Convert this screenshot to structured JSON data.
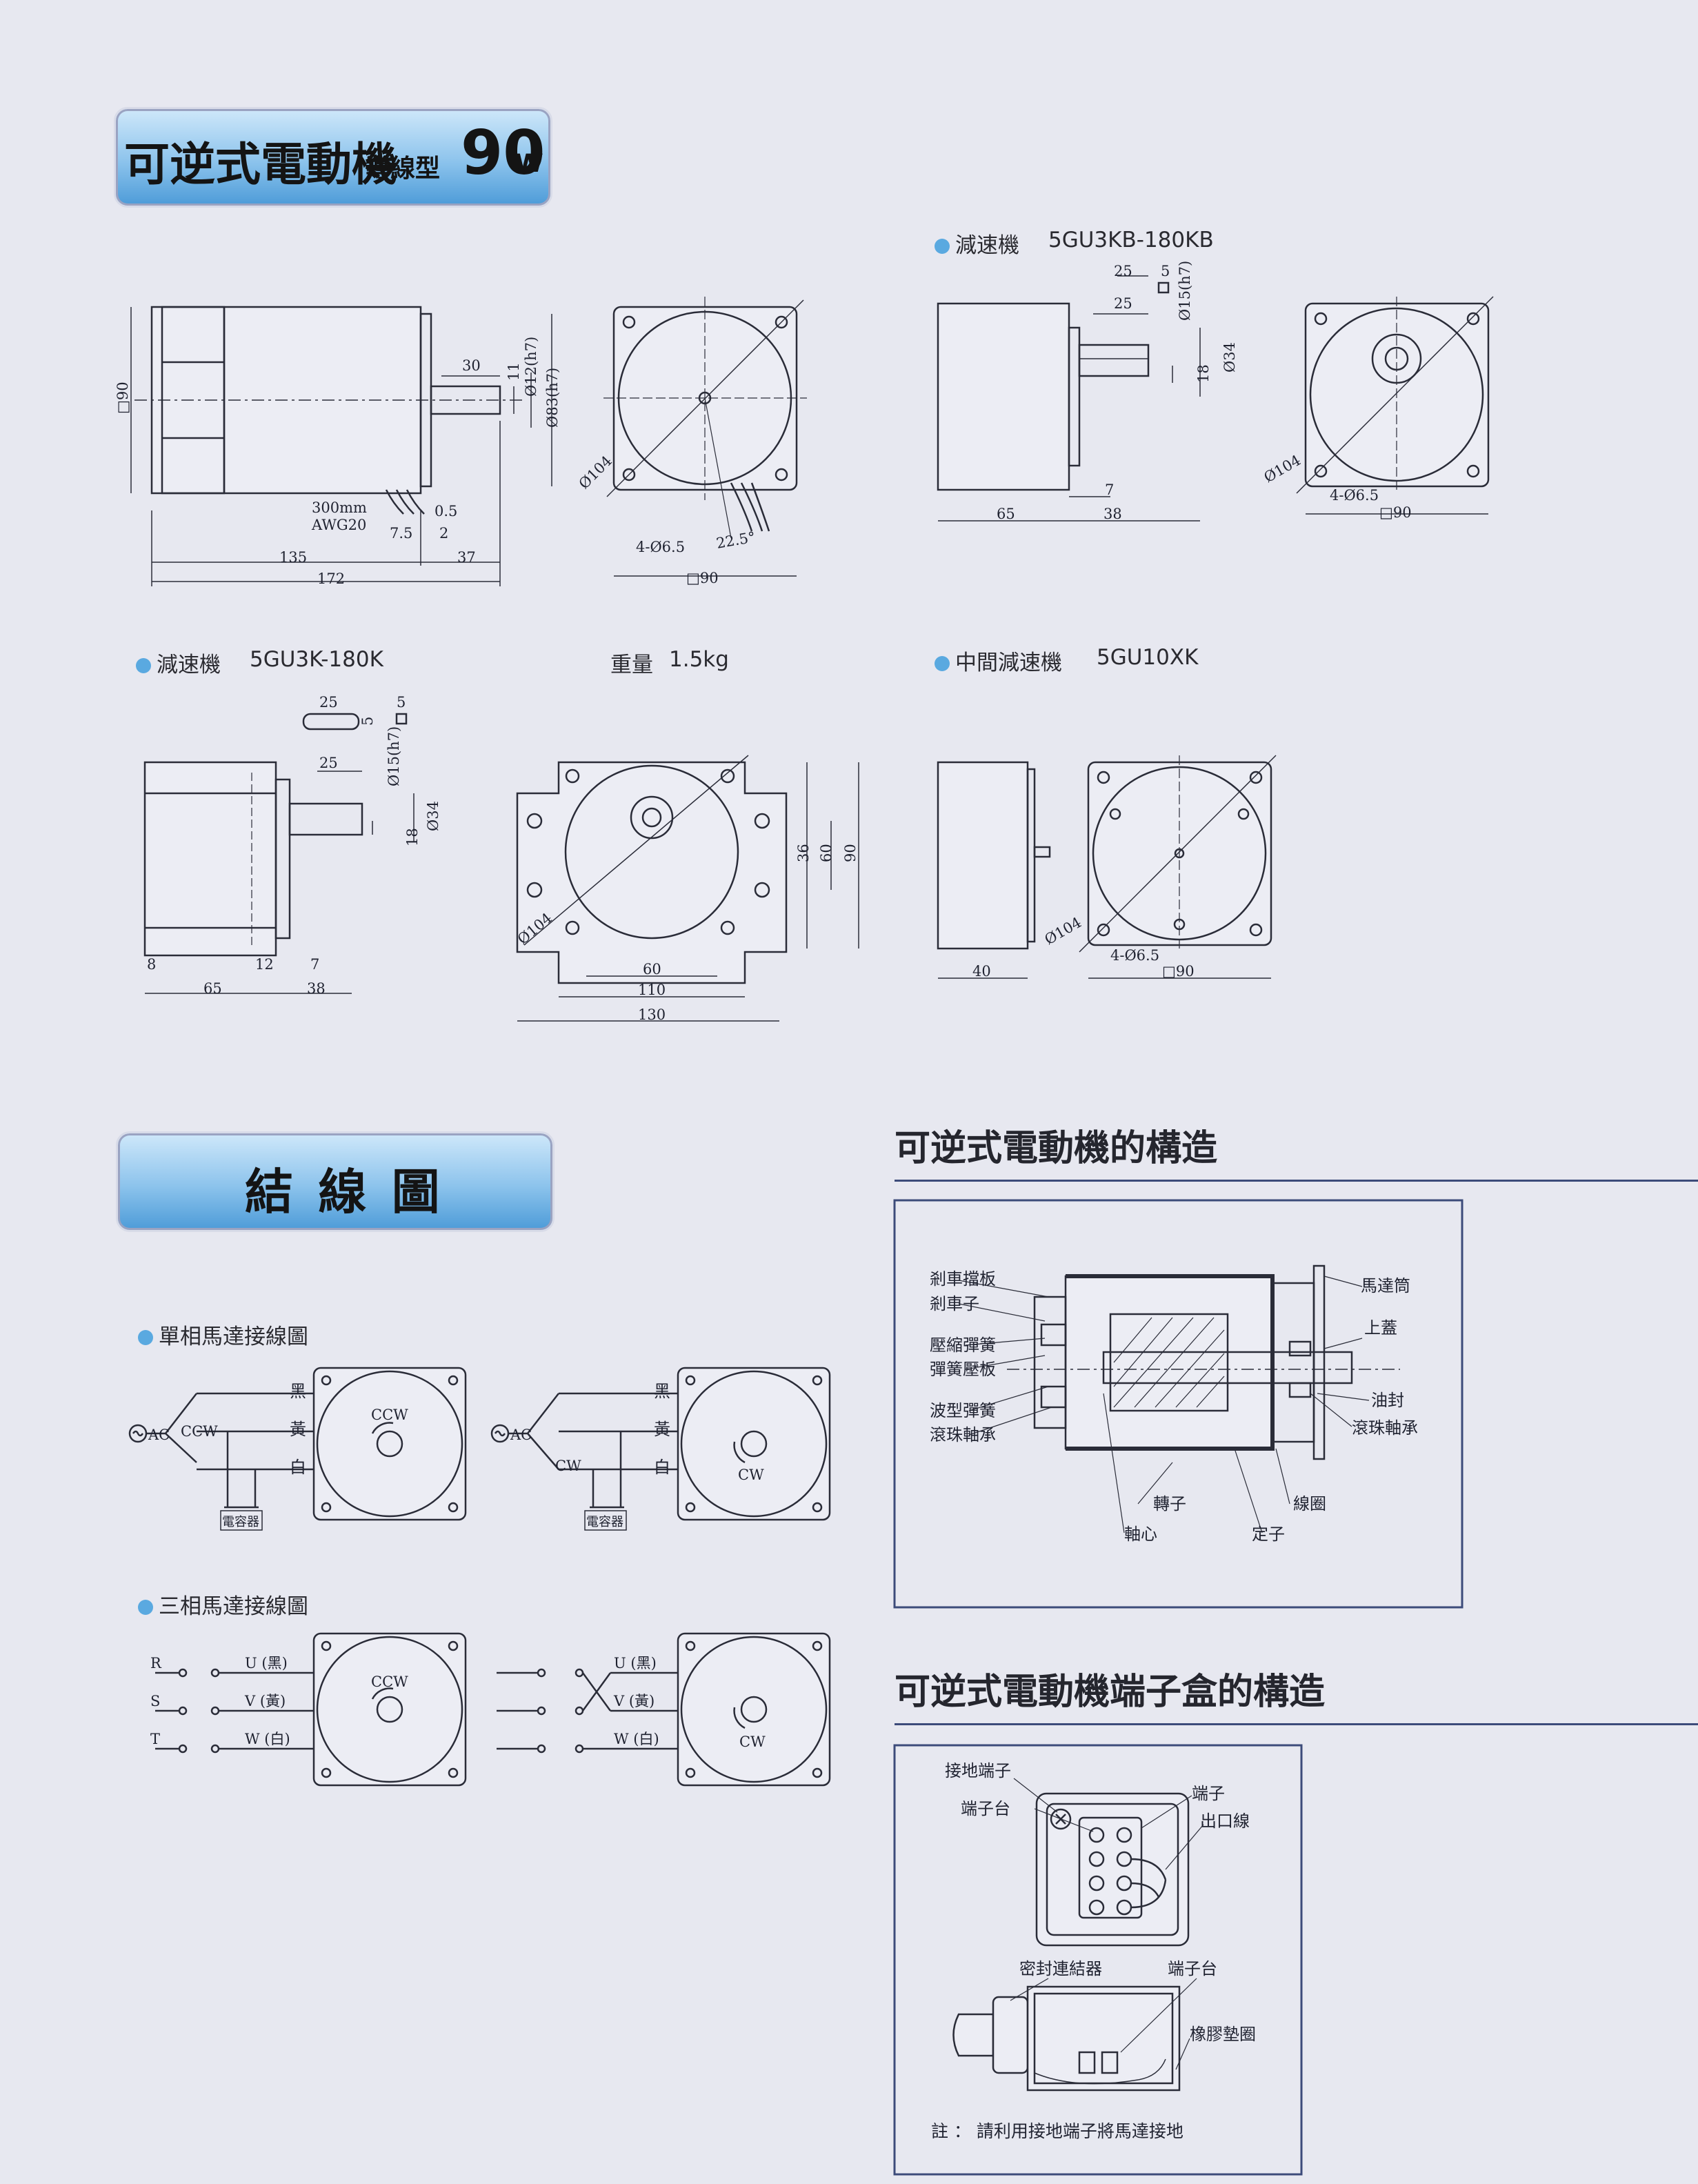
{
  "header": {
    "title": "可逆式電動機",
    "subtitle": "導線型",
    "power": "90",
    "power_unit": "w"
  },
  "gearheads": {
    "kb_label": "減速機",
    "kb_model": "5GU3KB-180KB",
    "k_label": "減速機",
    "k_model": "5GU3K-180K",
    "xk_label": "中間減速機",
    "xk_model": "5GU10XK"
  },
  "weight": {
    "label": "重量",
    "value": "1.5kg"
  },
  "motor_dims": {
    "sq90": "□90",
    "d12": "Ø12(h7)",
    "d83": "Ø83(h7)",
    "d30": "30",
    "d11": "11",
    "lead": "300mm",
    "awg": "AWG20",
    "d05": "0.5",
    "d75": "7.5",
    "d2": "2",
    "d135": "135",
    "d37": "37",
    "d172": "172",
    "d104": "Ø104",
    "holes": "4-Ø6.5",
    "angle": "22.5°",
    "front_sq": "□90"
  },
  "kb_dims": {
    "d25a": "25",
    "d5": "5",
    "d25b": "25",
    "d15": "Ø15(h7)",
    "d18": "18",
    "d34": "Ø34",
    "d7": "7",
    "d65": "65",
    "d38": "38",
    "d104": "Ø104",
    "holes": "4-Ø6.5",
    "sq": "□90"
  },
  "k_dims": {
    "d25a": "25",
    "d5a": "5",
    "d5b": "5",
    "d25b": "25",
    "d15": "Ø15(h7)",
    "d18": "18",
    "d34": "Ø34",
    "d8": "8",
    "d12": "12",
    "d7": "7",
    "d65": "65",
    "d38": "38",
    "d104": "Ø104",
    "d36": "36",
    "d60v": "60",
    "d90": "90",
    "d60": "60",
    "d110": "110",
    "d130": "130"
  },
  "xk_dims": {
    "d40": "40",
    "d104": "Ø104",
    "holes": "4-Ø6.5",
    "sq": "□90"
  },
  "wiring": {
    "title": "結 線 圖",
    "single_phase": "單相馬達接線圖",
    "three_phase": "三相馬達接線圖",
    "ac": "AC",
    "ccw": "CCW",
    "cw": "CW",
    "black": "黑",
    "yellow": "黃",
    "white": "白",
    "capacitor": "電容器",
    "r": "R",
    "s": "S",
    "t": "T",
    "u": "U (黑)",
    "v": "V (黃)",
    "w": "W (白)"
  },
  "structure": {
    "title": "可逆式電動機的構造",
    "brake_plate": "剎車擋板",
    "brake_shoe": "剎車子",
    "comp_spring": "壓縮彈簧",
    "spring_plate": "彈簧壓板",
    "wave_spring": "波型彈簧",
    "bearing_l": "滾珠軸承",
    "housing": "馬達筒",
    "cover": "上蓋",
    "oil_seal": "油封",
    "bearing_r": "滾珠軸承",
    "rotor": "轉子",
    "coil": "線圈",
    "shaft": "軸心",
    "stator": "定子"
  },
  "terminal": {
    "title": "可逆式電動機端子盒的構造",
    "ground": "接地端子",
    "block": "端子台",
    "terminal": "端子",
    "lead_out": "出口線",
    "connector": "密封連結器",
    "block2": "端子台",
    "gasket": "橡膠墊圈",
    "note": "註 ： 請利用接地端子將馬達接地"
  },
  "colors": {
    "banner_dark": "#4d9bd8",
    "banner_light": "#cfe8fa",
    "bullet": "#5aa9e0",
    "rule": "#3c4b7a"
  }
}
